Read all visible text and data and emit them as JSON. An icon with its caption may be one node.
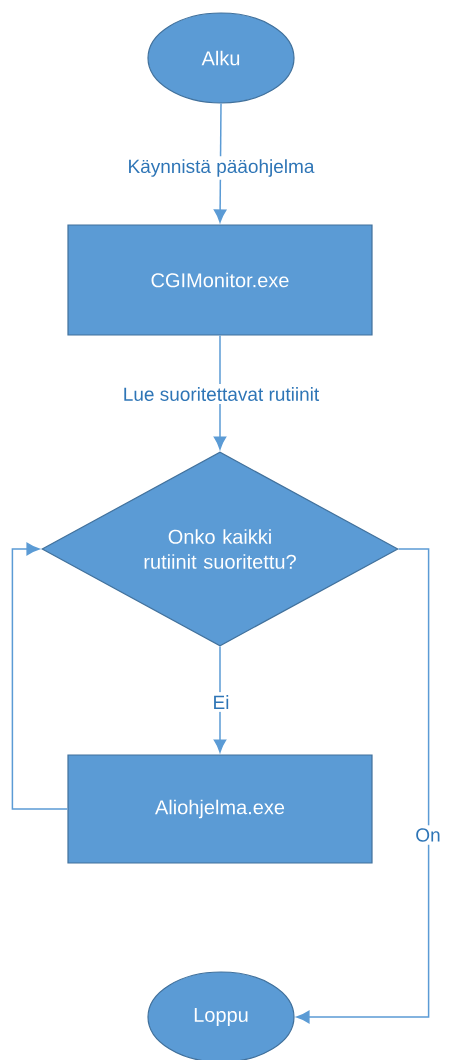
{
  "diagram": {
    "nodes": [
      {
        "text": [
          "Alku"
        ]
      },
      {
        "text": [
          "CGIMonitor.exe"
        ]
      },
      {
        "text": [
          "Onko kaikki rutiinit suoritettu?"
        ]
      },
      {
        "text": [
          "Aliohjelma.exe"
        ]
      },
      {
        "text": [
          "Loppu"
        ]
      }
    ],
    "edges": [
      {
        "from": 0,
        "to": 1,
        "arrow": "to",
        "label": "Käynnistä pääohjelma"
      },
      {
        "from": 1,
        "to": 2,
        "arrow": "to",
        "label": "Lue suoritettavat rutiinit"
      },
      {
        "from": 2,
        "to": 3,
        "arrow": "to",
        "label": "Ei"
      },
      {
        "from": 3,
        "to": 2,
        "arrow": "to"
      },
      {
        "from": 2,
        "to": 4,
        "arrow": "to",
        "label": "On"
      }
    ]
  }
}
